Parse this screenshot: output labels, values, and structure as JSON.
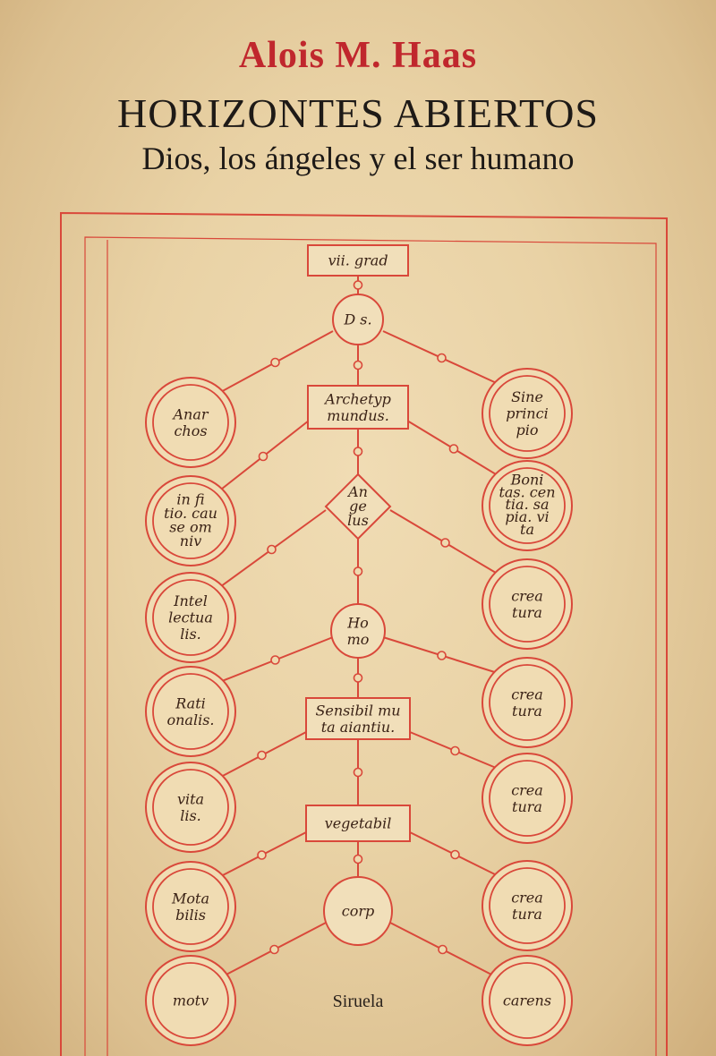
{
  "cover": {
    "author": "Alois M. Haas",
    "title": "HORIZONTES ABIERTOS",
    "subtitle": "Dios, los ángeles y el ser humano",
    "publisher": "Siruela"
  },
  "colors": {
    "author": "#c0272d",
    "ink": "#d9483a",
    "text": "#1e1a17",
    "parchment": "#e9d2a5"
  },
  "diagram": {
    "boxes": [
      {
        "id": "grad",
        "lines": [
          "vii. grad"
        ]
      },
      {
        "id": "archetyp",
        "lines": [
          "Archetyp",
          "mundus."
        ]
      },
      {
        "id": "sensib",
        "lines": [
          "Sensibil mu",
          "ta aiantiu."
        ]
      },
      {
        "id": "vegetab",
        "lines": [
          "vegetabil"
        ]
      }
    ],
    "center_circles": [
      {
        "id": "ds",
        "lines": [
          "D s."
        ]
      },
      {
        "id": "homo",
        "lines": [
          "Ho",
          "mo"
        ]
      },
      {
        "id": "corp",
        "lines": [
          "corp"
        ]
      }
    ],
    "diamond": {
      "id": "angelus",
      "lines": [
        "An",
        "ge",
        "lus"
      ]
    },
    "left_circles": [
      {
        "id": "anarchos",
        "lines": [
          "Anar",
          "chos"
        ]
      },
      {
        "id": "infinito",
        "lines": [
          "in fi",
          "tio. cau",
          "se om",
          "niv"
        ]
      },
      {
        "id": "intellectualis",
        "lines": [
          "Intel",
          "lectua",
          "lis."
        ]
      },
      {
        "id": "rationalis",
        "lines": [
          "Rati",
          "onalis."
        ]
      },
      {
        "id": "vitalis",
        "lines": [
          "vita",
          "lis."
        ]
      },
      {
        "id": "motabilis",
        "lines": [
          "Mota",
          "bilis"
        ]
      },
      {
        "id": "motu",
        "lines": [
          "motv"
        ]
      }
    ],
    "right_circles": [
      {
        "id": "sineprincipio",
        "lines": [
          "Sine",
          "princi",
          "pio"
        ]
      },
      {
        "id": "bonitas",
        "lines": [
          "Boni",
          "tas. cen",
          "tia. sa",
          "pia. vi",
          "ta"
        ]
      },
      {
        "id": "creatura1",
        "lines": [
          "crea",
          "tura"
        ]
      },
      {
        "id": "creatura2",
        "lines": [
          "crea",
          "tura"
        ]
      },
      {
        "id": "creatura3",
        "lines": [
          "crea",
          "tura"
        ]
      },
      {
        "id": "creatura4",
        "lines": [
          "crea",
          "tura"
        ]
      },
      {
        "id": "carens",
        "lines": [
          "carens"
        ]
      }
    ]
  }
}
